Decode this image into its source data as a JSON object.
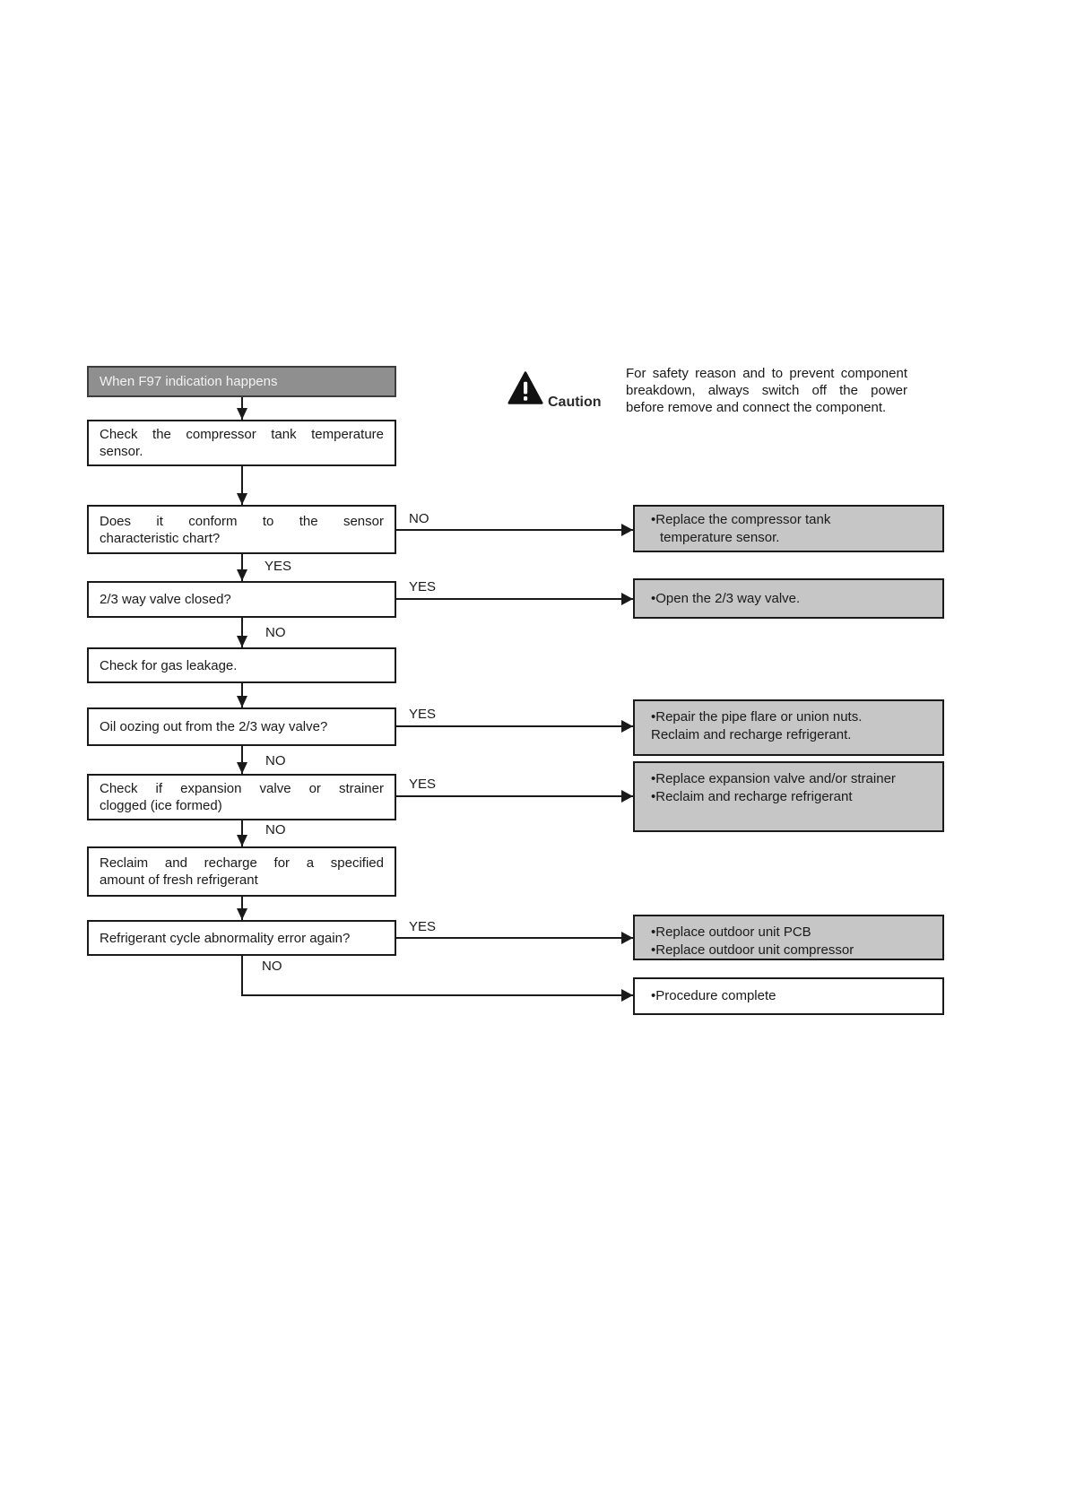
{
  "caution": {
    "label": "Caution",
    "lines": [
      "For safety reason and to prevent component",
      "breakdown, always switch off the power",
      "before remove and connect the component."
    ]
  },
  "flowchart": {
    "start": "When F97 indication happens",
    "labels": {
      "yes": "YES",
      "no": "NO"
    },
    "steps": {
      "check_sensor": {
        "lines": [
          "Check the compressor tank temperature",
          "sensor."
        ]
      },
      "conform_chart": {
        "lines": [
          "Does it conform to the sensor",
          "characteristic chart?"
        ]
      },
      "valve_closed": {
        "lines": [
          "2/3 way valve closed?"
        ]
      },
      "gas_leakage": {
        "lines": [
          "Check for gas leakage."
        ]
      },
      "oil_oozing": {
        "lines": [
          "Oil oozing out from the 2/3 way valve?"
        ]
      },
      "expansion_clogged": {
        "lines": [
          "Check if expansion valve or strainer",
          "clogged (ice formed)"
        ]
      },
      "reclaim_recharge": {
        "lines": [
          "Reclaim and recharge for a specified",
          "amount of fresh refrigerant"
        ]
      },
      "cycle_error_again": {
        "lines": [
          "Refrigerant cycle abnormality error again?"
        ]
      }
    },
    "actions": {
      "replace_sensor": {
        "lines": [
          "•Replace the compressor tank",
          "temperature sensor."
        ]
      },
      "open_valve": {
        "lines": [
          "•Open the 2/3 way valve."
        ]
      },
      "repair_pipe": {
        "lines": [
          "•Repair the pipe flare or union nuts.",
          "Reclaim and recharge refrigerant."
        ]
      },
      "replace_expansion": {
        "lines": [
          "•Replace expansion valve and/or strainer",
          "•Reclaim and recharge refrigerant"
        ]
      },
      "replace_pcb": {
        "lines": [
          "•Replace outdoor unit PCB",
          "•Replace outdoor unit compressor"
        ]
      },
      "procedure_complete": {
        "lines": [
          "•Procedure complete"
        ]
      }
    },
    "colors": {
      "start_box_bg": "#8f8f8f",
      "start_box_text": "#f2f2f2",
      "action_box_bg": "#c6c6c6",
      "line_color": "#1a1a1a"
    }
  }
}
